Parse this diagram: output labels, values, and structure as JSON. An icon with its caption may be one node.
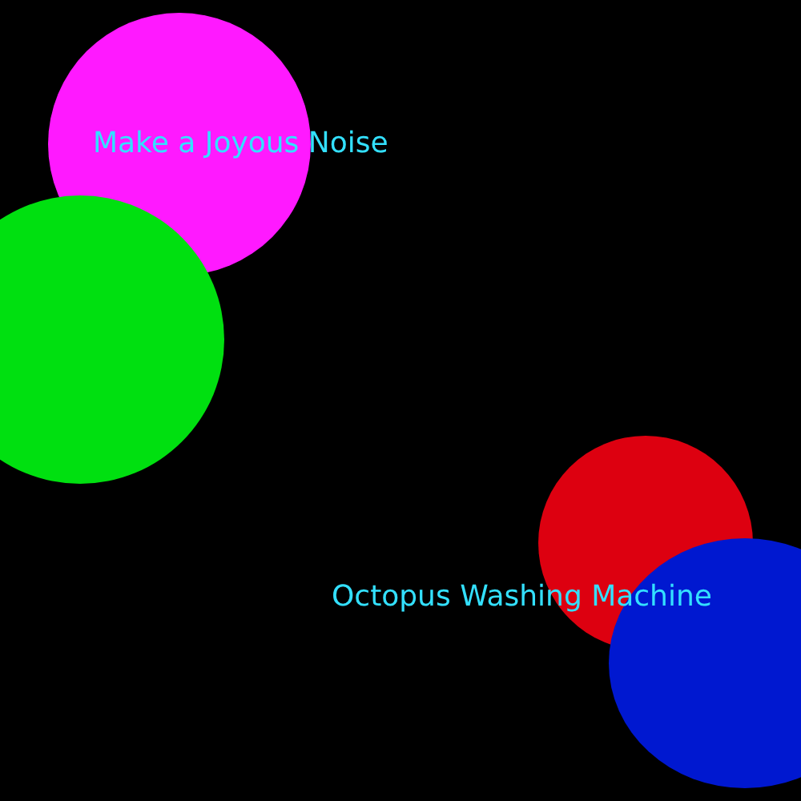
{
  "diagram": {
    "nodes": [
      {
        "text": [],
        "shape": "circle"
      },
      {
        "text": [],
        "shape": "circle"
      },
      {
        "text": [],
        "shape": "circle"
      },
      {
        "text": [],
        "shape": "circle"
      }
    ],
    "labels": [
      "Make a Joyous Noise",
      "Octopus Washing Machine"
    ]
  }
}
